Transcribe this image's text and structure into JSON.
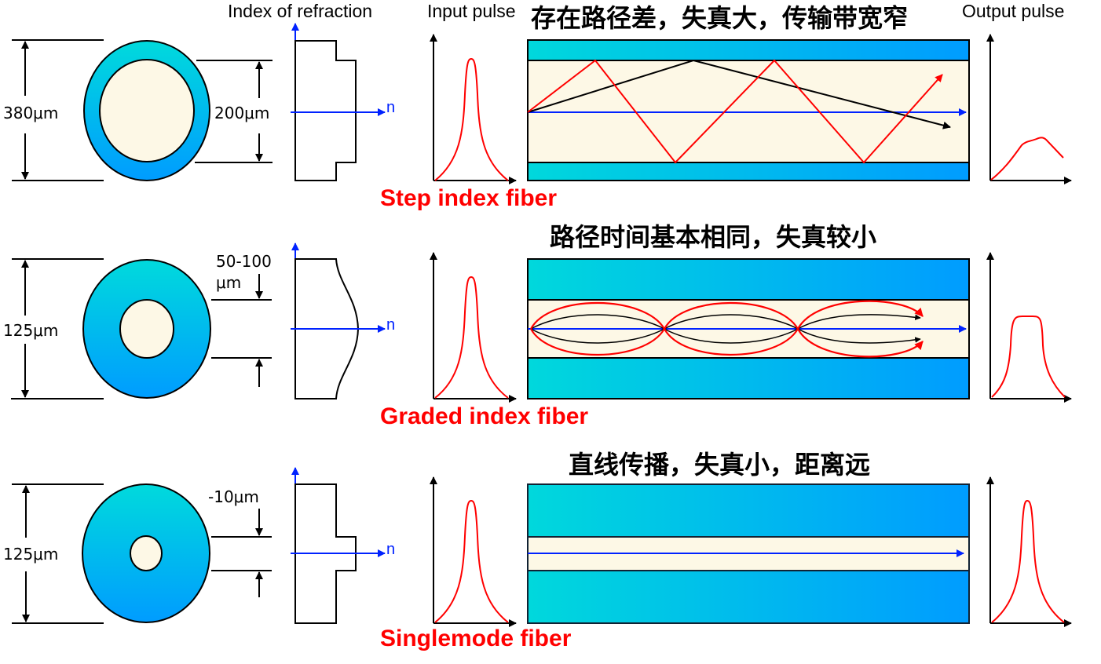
{
  "headers": {
    "index_of_refraction": "Index of refraction",
    "input_pulse": "Input pulse",
    "output_pulse": "Output pulse"
  },
  "axis_label_n": "n",
  "colors": {
    "cladding_top": "#00d8dc",
    "cladding_bottom": "#0099ff",
    "core": "#fdf8e6",
    "ray_red": "#ff0000",
    "ray_blue": "#0022ff",
    "outline": "#000000"
  },
  "fibers": [
    {
      "id": "step",
      "name": "Step index fiber",
      "caption": "存在路径差，失真大，传输带宽窄",
      "outer_diameter": "380μm",
      "core_diameter": "200μm",
      "profile": "step",
      "output_pulse": "distorted"
    },
    {
      "id": "graded",
      "name": "Graded index fiber",
      "caption": "路径时间基本相同，失真较小",
      "outer_diameter": "125μm",
      "core_diameter_line1": "50-100",
      "core_diameter_line2": "μm",
      "profile": "graded",
      "output_pulse": "broadened"
    },
    {
      "id": "single",
      "name": "Singlemode fiber",
      "caption": "直线传播，失真小，距离远",
      "outer_diameter": "125μm",
      "core_diameter": "-10μm",
      "profile": "step-narrow",
      "output_pulse": "preserved"
    }
  ]
}
